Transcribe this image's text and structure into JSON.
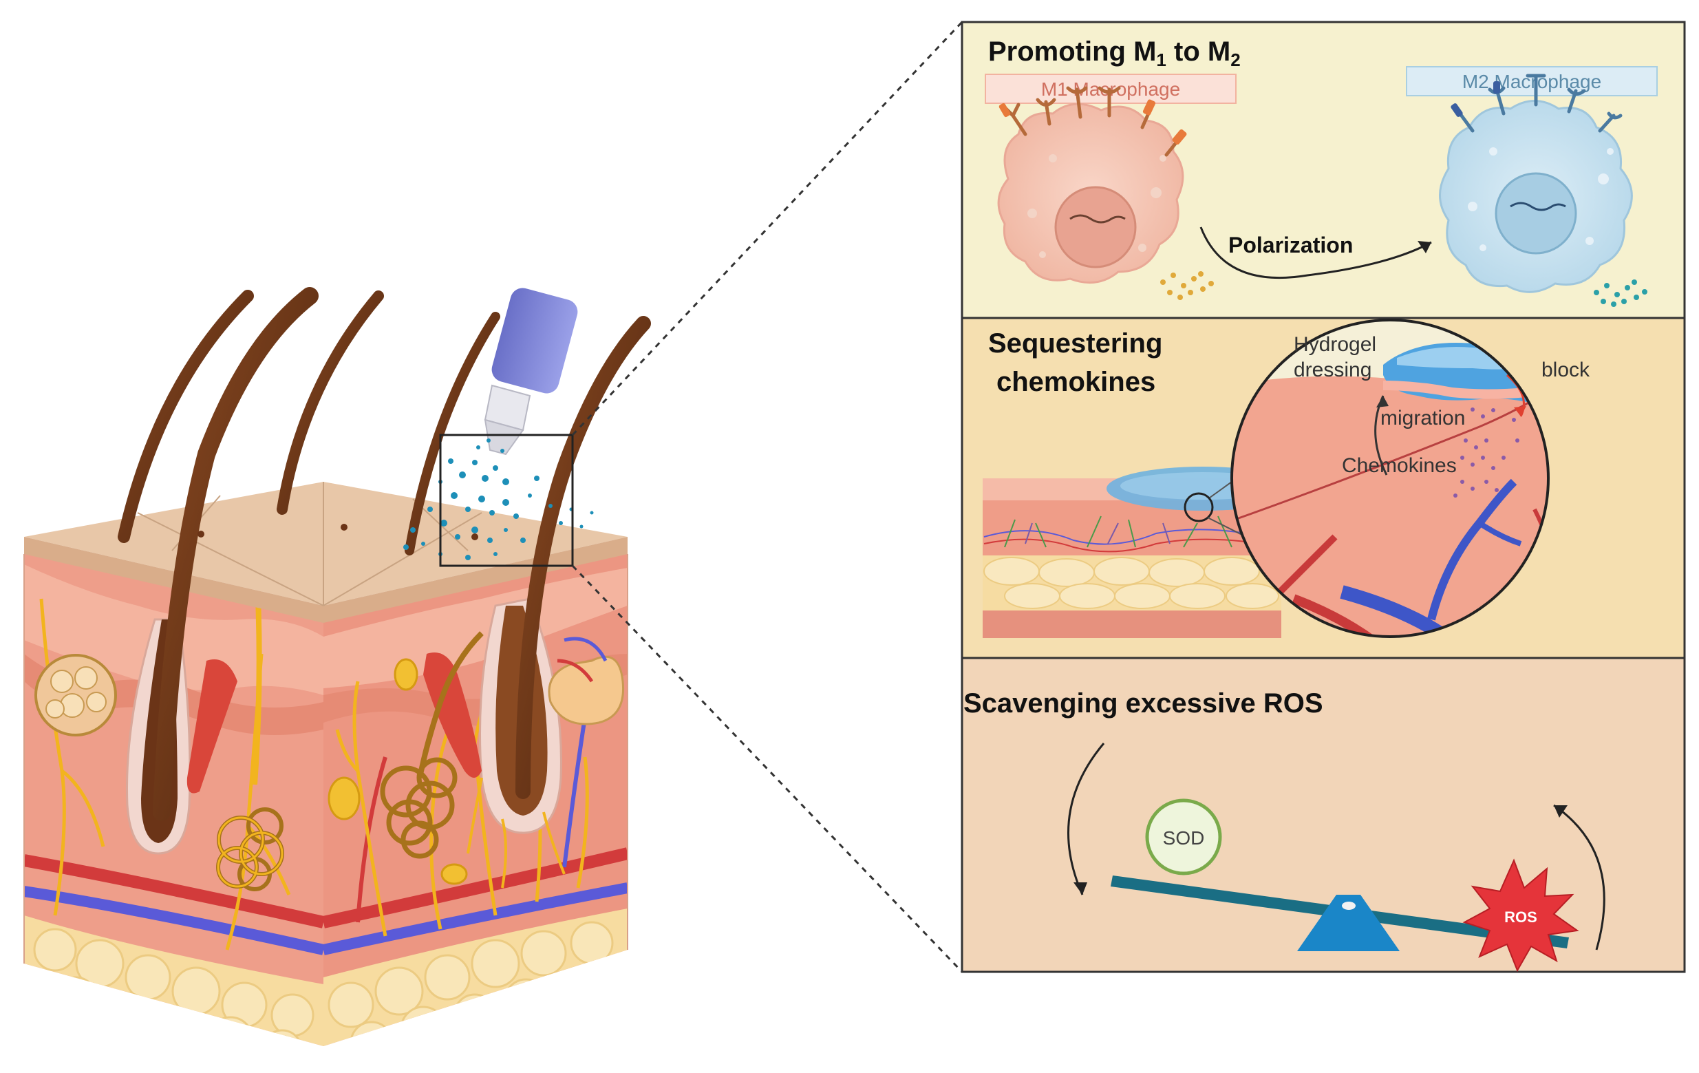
{
  "panels": {
    "polarization": {
      "title": "Promoting  M",
      "title_sub1": "1",
      "title_mid": " to M",
      "title_sub2": "2",
      "m1_label": "M1 Macrophage",
      "m2_label": "M2 Macrophage",
      "arrow_label": "Polarization"
    },
    "chemokines": {
      "title_line1": "Sequestering",
      "title_line2": "chemokines",
      "hydrogel_line1": "Hydrogel",
      "hydrogel_line2": "dressing",
      "block_label": "block",
      "migration_label": "migration",
      "chemokines_label": "Chemokines"
    },
    "ros": {
      "title": "Scavenging excessive ROS",
      "sod_label": "SOD",
      "ros_label": "ROS"
    }
  },
  "colors": {
    "panel1_bg": "#f6f1cf",
    "panel2_bg": "#f5dfb0",
    "panel3_bg": "#f2d5b8",
    "m1_cell": "#f6c8b6",
    "m2_cell": "#c8e2ef",
    "skin_top": "#e9c9a8",
    "dermis": "#e9917e",
    "fat": "#f5d79a",
    "artery": "#d23b3b",
    "vein": "#5a5ad8",
    "nerve": "#f2b41e",
    "hair": "#6b3417",
    "bottle": "#7f84d6",
    "droplet": "#1d8fb8"
  },
  "icons": [
    "skin-cross-section-icon",
    "spray-bottle-icon",
    "hair-icon",
    "macrophage-icon",
    "seesaw-icon",
    "starburst-icon",
    "magnifier-icon"
  ]
}
